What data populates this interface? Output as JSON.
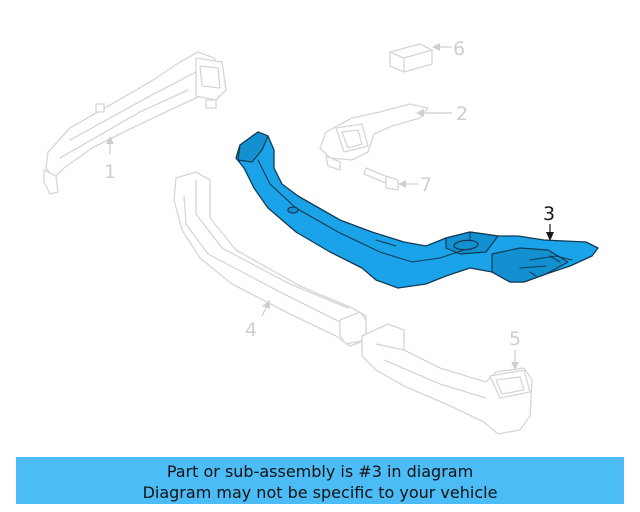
{
  "diagram": {
    "callouts": [
      "1",
      "2",
      "3",
      "4",
      "5",
      "6",
      "7"
    ],
    "highlighted_part": "3"
  },
  "banner": {
    "line1": "Part or sub-assembly is #3 in diagram",
    "line2": "Diagram may not be specific to your vehicle"
  },
  "colors": {
    "highlight": "#1aa3e8",
    "banner": "#4bbcf5",
    "ghost_outline": "#d6d6d6"
  }
}
